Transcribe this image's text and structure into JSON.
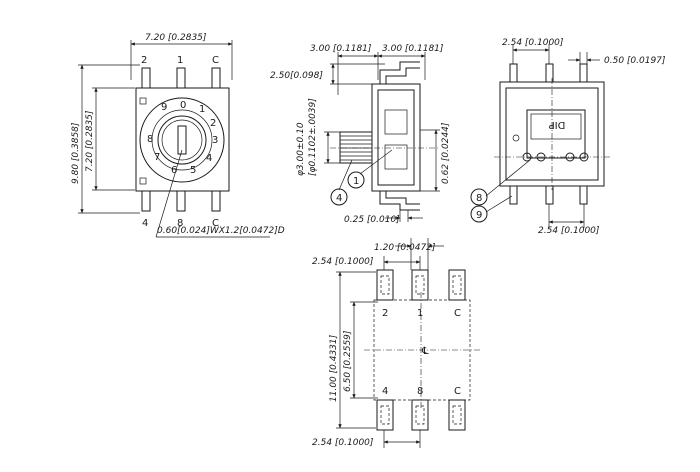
{
  "top_view": {
    "width_dim": "7.20 [0.2835]",
    "height_outer_dim": "9.80 [0.3858]",
    "height_inner_dim": "7.20 [0.2835]",
    "shaft_dim": "0.60[0.024]WX1.2[0.0472]D",
    "pins_top": [
      "2",
      "1",
      "C"
    ],
    "pins_bottom": [
      "4",
      "8",
      "C"
    ],
    "dial_digits": [
      "0",
      "1",
      "2",
      "3",
      "4",
      "5",
      "6",
      "7",
      "8",
      "9"
    ]
  },
  "side_view": {
    "dim_left_offset": "3.00 [0.1181]",
    "dim_right_offset": "3.00 [0.1181]",
    "dim_height_top": "2.50[0.098]",
    "dim_shaft_dia": "φ3.00±0.10",
    "dim_shaft_dia_inch": "[φ0.1102±.0039]",
    "dim_right_small": "0.62 [0.0244]",
    "dim_bottom": "0.25 [0.010]",
    "callouts": [
      "4",
      "1"
    ]
  },
  "bottom_view": {
    "pitch_top": "2.54 [0.1000]",
    "pin_width": "0.50 [0.0197]",
    "pitch_bottom": "2.54 [0.1000]",
    "dip_label": "DIP",
    "callouts": [
      "8",
      "9"
    ]
  },
  "footprint": {
    "pad_width": "1.20 [0.0472]",
    "pitch_top": "2.54 [0.1000]",
    "total_height": "11.00 [0.4331]",
    "inner_height": "6.50 [0.2559]",
    "pitch_bottom": "2.54 [0.1000]",
    "pins_top": [
      "2",
      "1",
      "C"
    ],
    "pins_bottom": [
      "4",
      "8",
      "C"
    ],
    "center_mark": "℄"
  }
}
